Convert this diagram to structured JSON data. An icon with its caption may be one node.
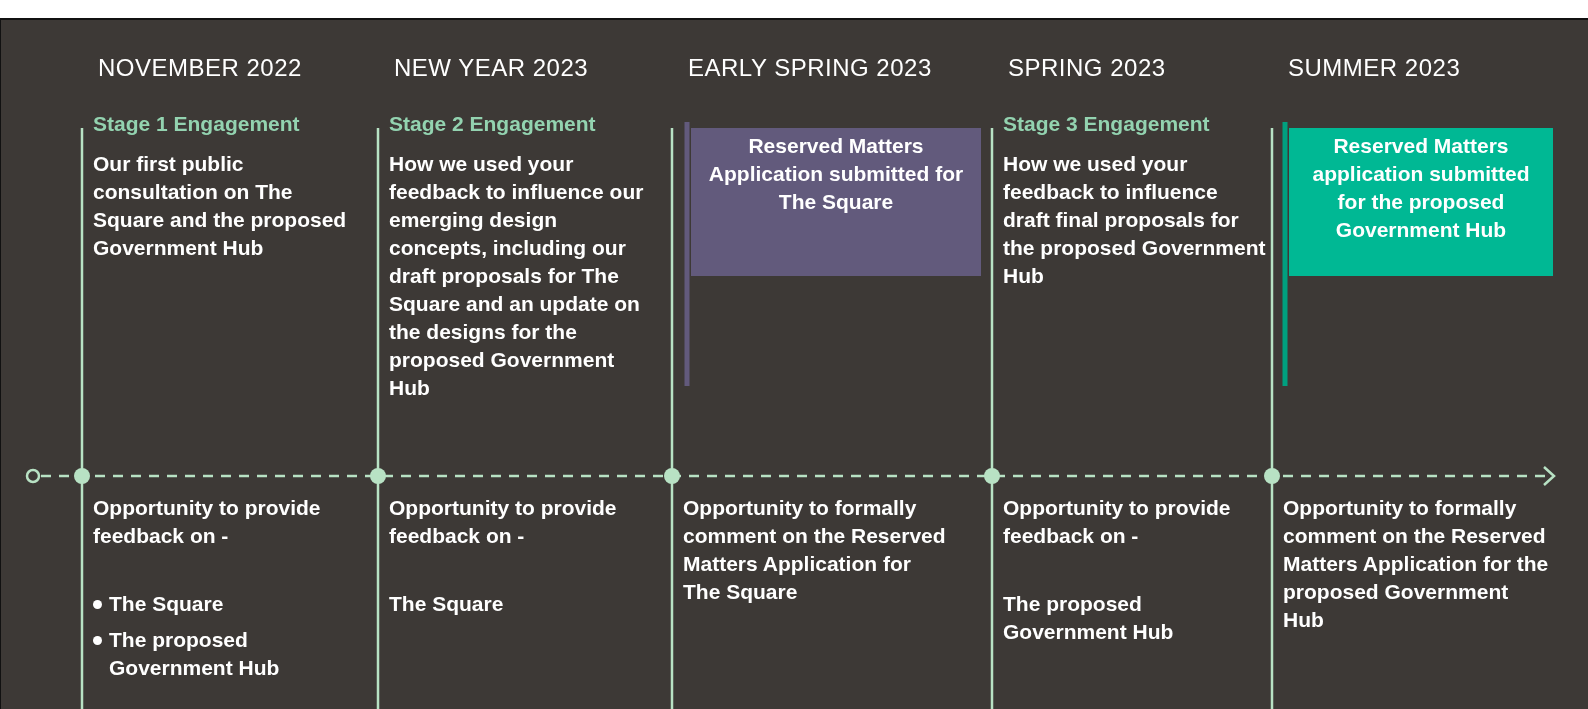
{
  "diagram": {
    "nodes": [
      {
        "text": [
          "Reserved Matters Application submitted for The Square"
        ]
      },
      {
        "text": [
          "Reserved Matters application submitted for the proposed Government Hub"
        ]
      }
    ],
    "labels": [
      "NOVEMBER 2022",
      "NEW YEAR 2023",
      "EARLY SPRING 2023",
      "SPRING 2023",
      "SUMMER 2023",
      "Stage 1 Engagement",
      "Our first public consultation on The Square and the proposed Government Hub",
      "Stage 2 Engagement",
      "How we used your feedback to influence our emerging design concepts, including our draft proposals for The Square and an update on the designs for the proposed Government Hub",
      "Stage 3 Engagement",
      "How we used your feedback to influence draft final proposals for the proposed Government Hub",
      "Opportunity to provide feedback on -",
      "The Square",
      "The proposed Government Hub",
      "Opportunity to provide feedback on -",
      "The Square",
      "Opportunity to formally comment on the Reserved Matters Application for The Square",
      "Opportunity to provide feedback on -",
      "The proposed Government Hub",
      "Opportunity to formally comment on the Reserved Matters Application for the proposed Government Hub"
    ]
  }
}
